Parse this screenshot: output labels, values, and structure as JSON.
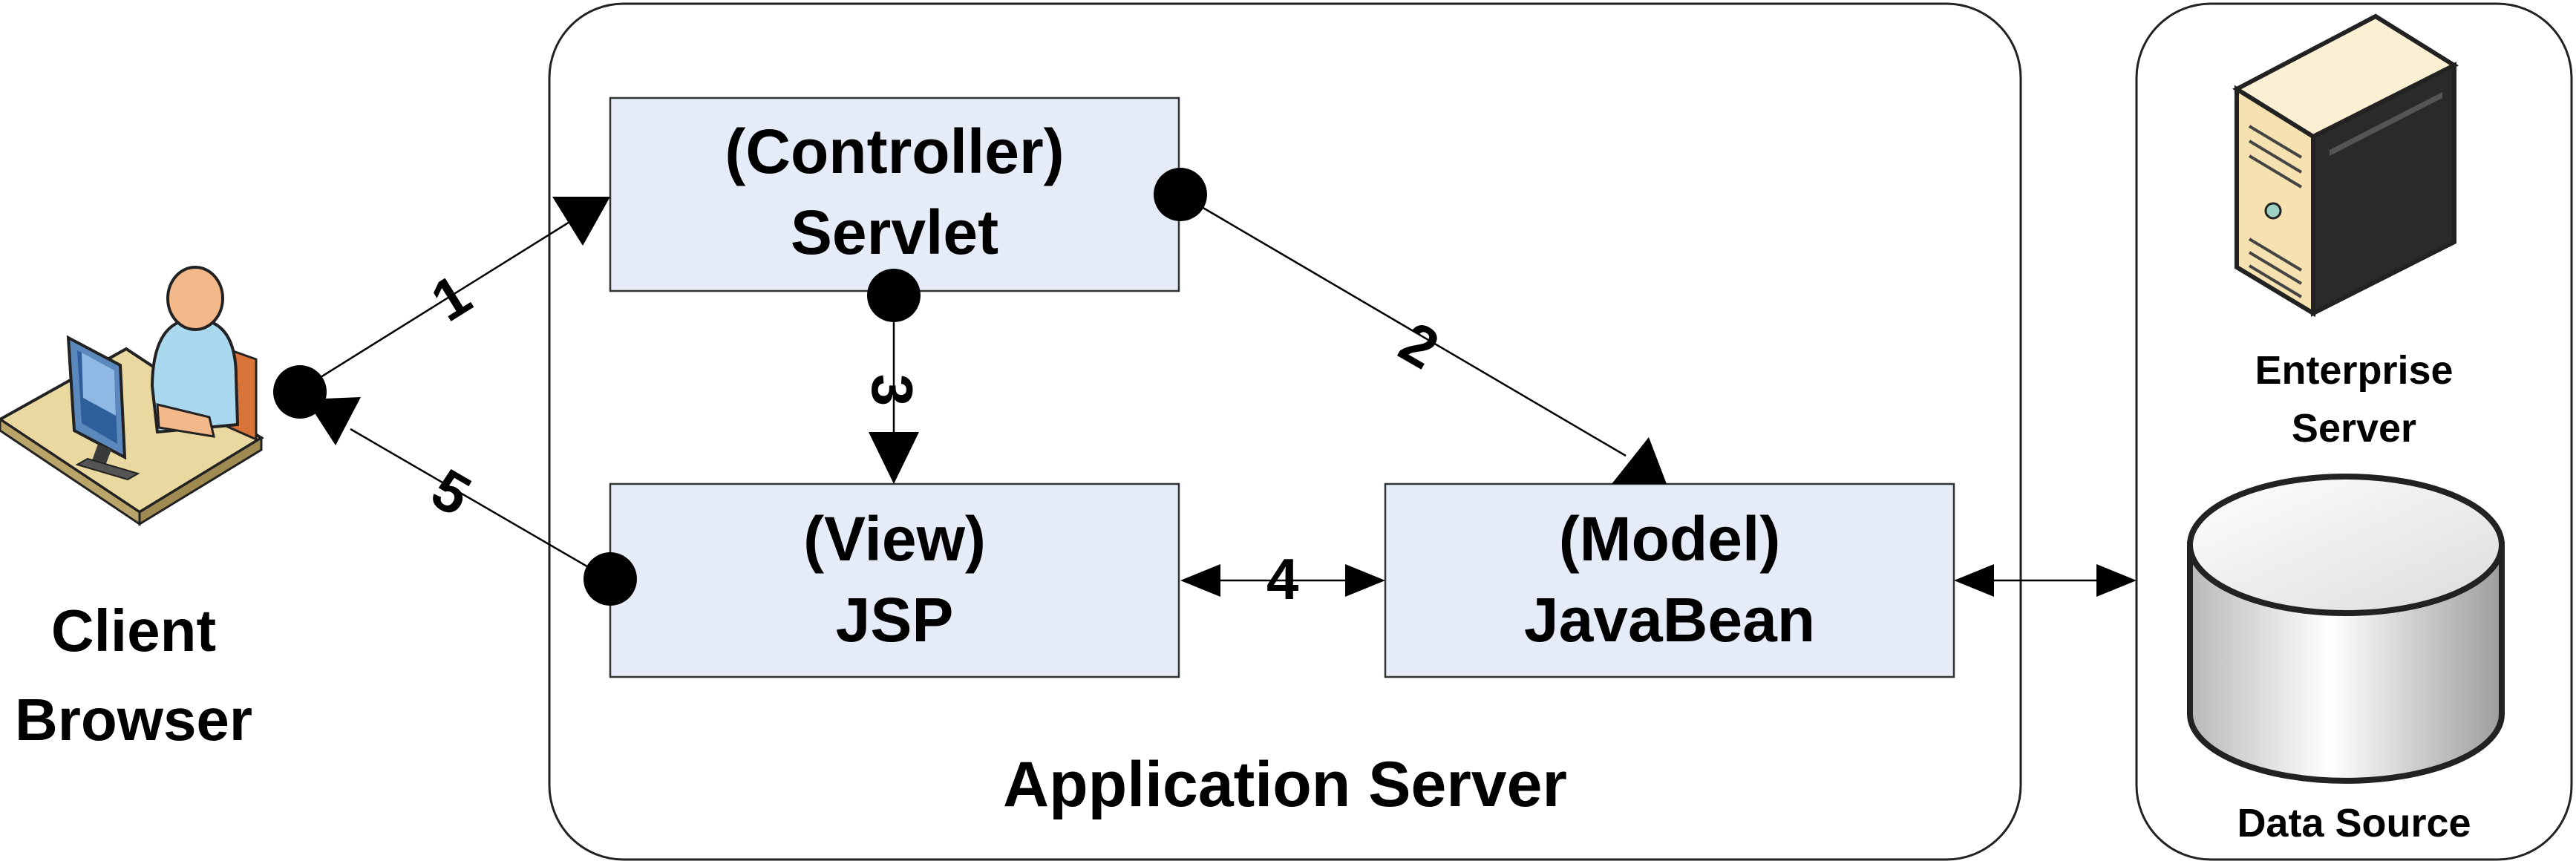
{
  "client": {
    "line1": "Client",
    "line2": "Browser",
    "icon": "user-at-computer-icon"
  },
  "application_server": {
    "label": "Application Server"
  },
  "controller": {
    "line1": "(Controller)",
    "line2": "Servlet"
  },
  "view": {
    "line1": "(View)",
    "line2": "JSP"
  },
  "model": {
    "line1": "(Model)",
    "line2": "JavaBean"
  },
  "enterprise_server": {
    "line1": "Enterprise",
    "line2": "Server",
    "icon": "server-tower-icon"
  },
  "data_source": {
    "label": "Data Source",
    "icon": "database-cylinder-icon"
  },
  "steps": {
    "s1": "1",
    "s2": "2",
    "s3": "3",
    "s4": "4",
    "s5": "5"
  },
  "colors": {
    "box_fill": "#e6ecf7",
    "panel_stroke": "#222222",
    "server_body": "#f6e2b0"
  }
}
